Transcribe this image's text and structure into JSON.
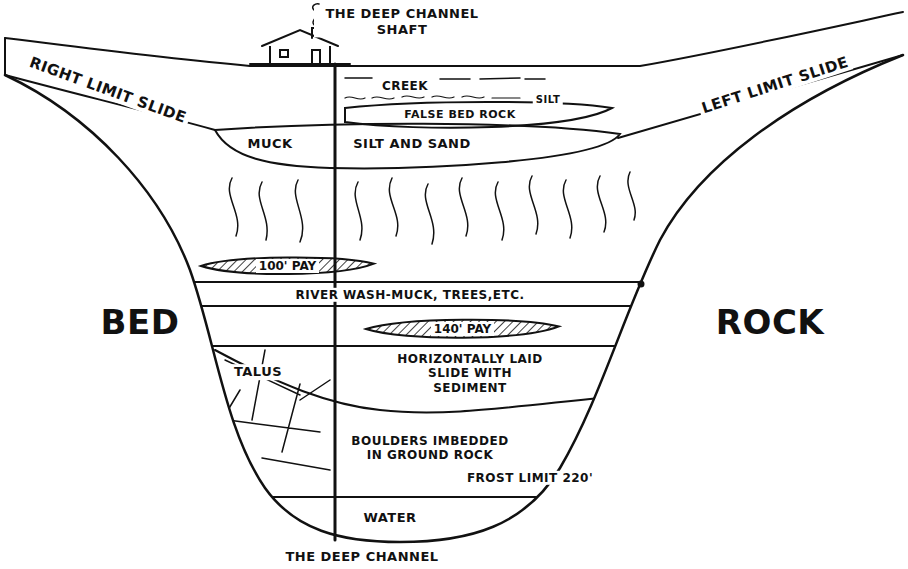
{
  "diagram": {
    "caption": "THE DEEP CHANNEL",
    "nodes": [
      {
        "text": [
          "100' PAY"
        ]
      },
      {
        "text": [
          "140' PAY"
        ]
      }
    ],
    "labels": [
      "THE DEEP CHANNEL SHAFT",
      "CREEK",
      "SILT",
      "FALSE BED ROCK",
      "RIGHT LIMIT SLIDE",
      "LEFT LIMIT SLIDE",
      "MUCK",
      "SILT AND SAND",
      "BED",
      "RIVER WASH-MUCK, TREES,ETC.",
      "ROCK",
      "TALUS",
      "HORIZONTALLY LAID SLIDE WITH SEDIMENT",
      "BOULDERS IMBEDDED IN GROUND ROCK",
      "FROST LIMIT 220'",
      "WATER"
    ]
  }
}
